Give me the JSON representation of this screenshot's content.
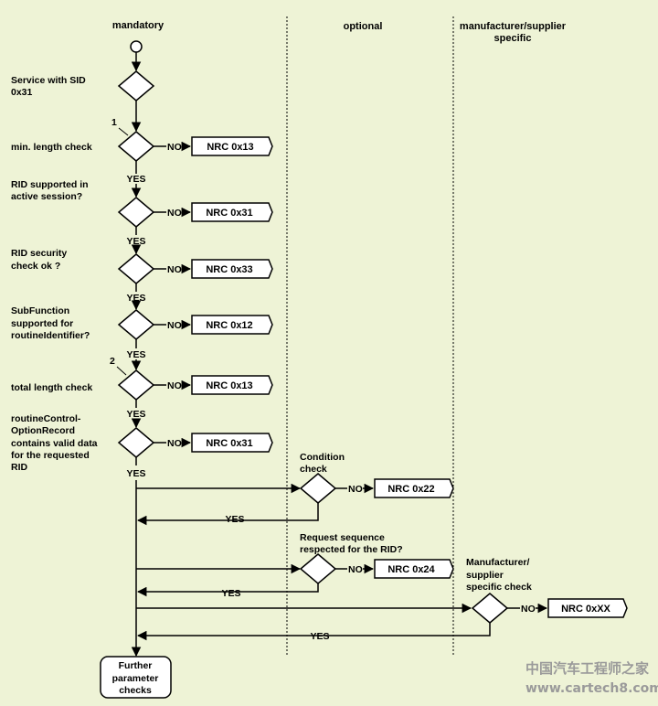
{
  "columns": {
    "mandatory": "mandatory",
    "optional": "optional",
    "manufacturer_line1": "manufacturer/supplier",
    "manufacturer_line2": "specific"
  },
  "steps": [
    {
      "label_lines": [
        "Service with SID",
        "0x31"
      ]
    },
    {
      "label_lines": [
        "min. length  check"
      ],
      "marker": "1",
      "nrc": "NRC 0x13"
    },
    {
      "label_lines": [
        "RID supported in",
        "active session?"
      ],
      "nrc": "NRC 0x31"
    },
    {
      "label_lines": [
        "RID  security",
        "check ok ?"
      ],
      "nrc": "NRC 0x33"
    },
    {
      "label_lines": [
        "SubFunction",
        "supported  for",
        "routineIdentifier?"
      ],
      "nrc": "NRC 0x12"
    },
    {
      "label_lines": [
        "total length check"
      ],
      "marker": "2",
      "nrc": "NRC 0x13"
    },
    {
      "label_lines": [
        "routineControl-",
        "OptionRecord",
        "contains valid data",
        "for the requested",
        "RID"
      ],
      "nrc": "NRC 0x31"
    }
  ],
  "optional_checks": [
    {
      "label_lines": [
        "Condition",
        "check"
      ],
      "nrc": "NRC 0x22"
    },
    {
      "label_lines": [
        "Request sequence",
        "respected for the RID?"
      ],
      "nrc": "NRC 0x24"
    }
  ],
  "manufacturer_check": {
    "label_lines": [
      "Manufacturer/",
      "supplier",
      "specific check"
    ],
    "nrc": "NRC 0xXX"
  },
  "yes_label": "YES",
  "no_label": "NO",
  "final_box_lines": [
    "Further",
    "parameter",
    "checks"
  ],
  "watermark": {
    "line1": "中国汽车工程师之家",
    "line2": "www.cartech8.com"
  }
}
